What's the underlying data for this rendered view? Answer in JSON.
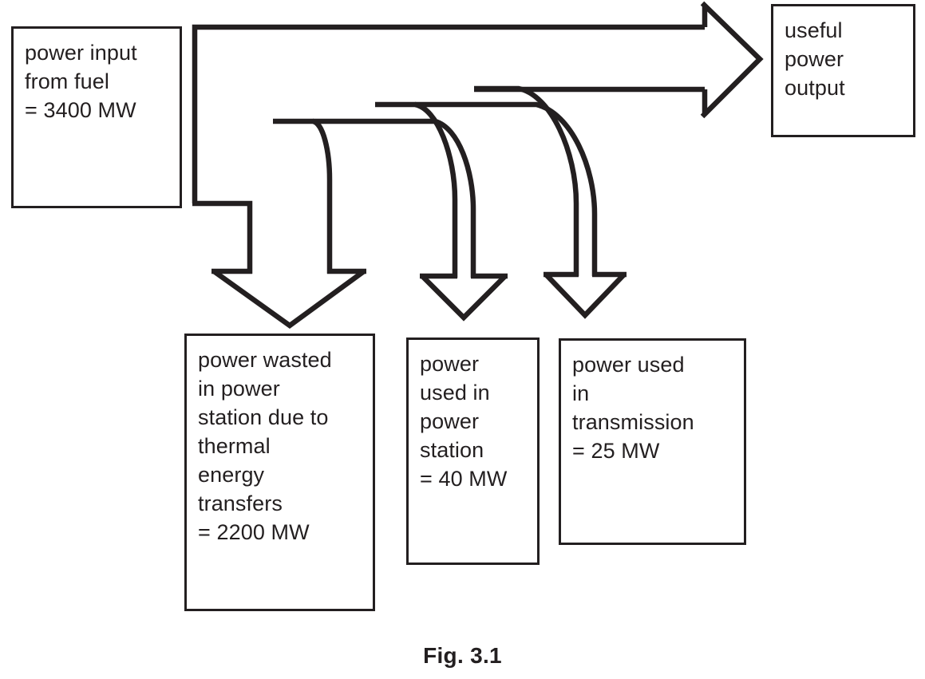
{
  "figure": {
    "caption": "Fig. 3.1",
    "stroke_color": "#231f20",
    "background_color": "#ffffff",
    "type": "energy-flow-sankey-style-diagram"
  },
  "boxes": {
    "input": {
      "name": "power input from fuel",
      "text": "power input\nfrom fuel\n= 3400 MW",
      "value": 3400,
      "unit": "MW"
    },
    "output": {
      "name": "useful power output",
      "text": "useful\npower\noutput",
      "value": null,
      "unit": "MW"
    },
    "wasted": {
      "name": "power wasted in power station due to thermal energy transfers",
      "text": "power wasted\nin power\nstation due to\nthermal\nenergy\ntransfers\n= 2200 MW",
      "value": 2200,
      "unit": "MW"
    },
    "station": {
      "name": "power used in power station",
      "text": "power\nused in\npower\nstation\n= 40 MW",
      "value": 40,
      "unit": "MW"
    },
    "transmission": {
      "name": "power used in transmission",
      "text": "power used\nin\ntransmission\n= 25 MW",
      "value": 25,
      "unit": "MW"
    }
  },
  "flows": {
    "main": {
      "label": "main flow from fuel input to useful power output",
      "from": "input",
      "to": "output"
    },
    "branch_wasted": {
      "label": "branch to power wasted due to thermal energy transfers",
      "from": "input",
      "to": "wasted"
    },
    "branch_station": {
      "label": "branch to power used in power station",
      "from": "input",
      "to": "station"
    },
    "branch_transmission": {
      "label": "branch to power used in transmission",
      "from": "input",
      "to": "transmission"
    }
  }
}
